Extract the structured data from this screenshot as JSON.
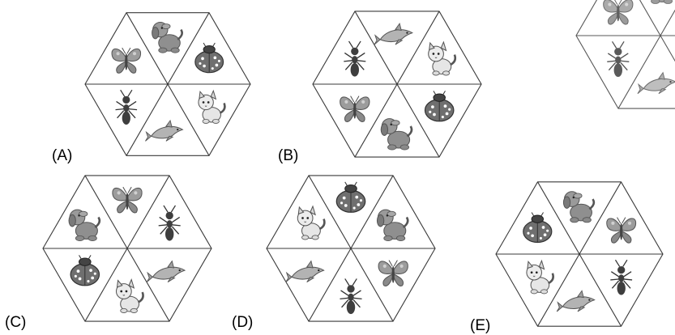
{
  "reference_hexagon": {
    "icons": [
      "butterfly-icon",
      "dog-icon",
      "ant-icon",
      "dolphin-icon"
    ]
  },
  "options": [
    {
      "label": "(A)",
      "icons": [
        "dog-icon",
        "ladybug-icon",
        "cat-icon",
        "dolphin-icon",
        "ant-icon",
        "butterfly-icon"
      ]
    },
    {
      "label": "(B)",
      "icons": [
        "dolphin-icon",
        "cat-icon",
        "ladybug-icon",
        "dog-icon",
        "butterfly-icon",
        "ant-icon"
      ]
    },
    {
      "label": "(C)",
      "icons": [
        "butterfly-icon",
        "ant-icon",
        "dolphin-icon",
        "cat-icon",
        "ladybug-icon",
        "dog-icon"
      ]
    },
    {
      "label": "(D)",
      "icons": [
        "ladybug-icon",
        "dog-icon",
        "butterfly-icon",
        "ant-icon",
        "dolphin-icon",
        "cat-icon"
      ]
    },
    {
      "label": "(E)",
      "icons": [
        "dog-icon",
        "butterfly-icon",
        "ant-icon",
        "dolphin-icon",
        "cat-icon",
        "ladybug-icon"
      ]
    }
  ]
}
